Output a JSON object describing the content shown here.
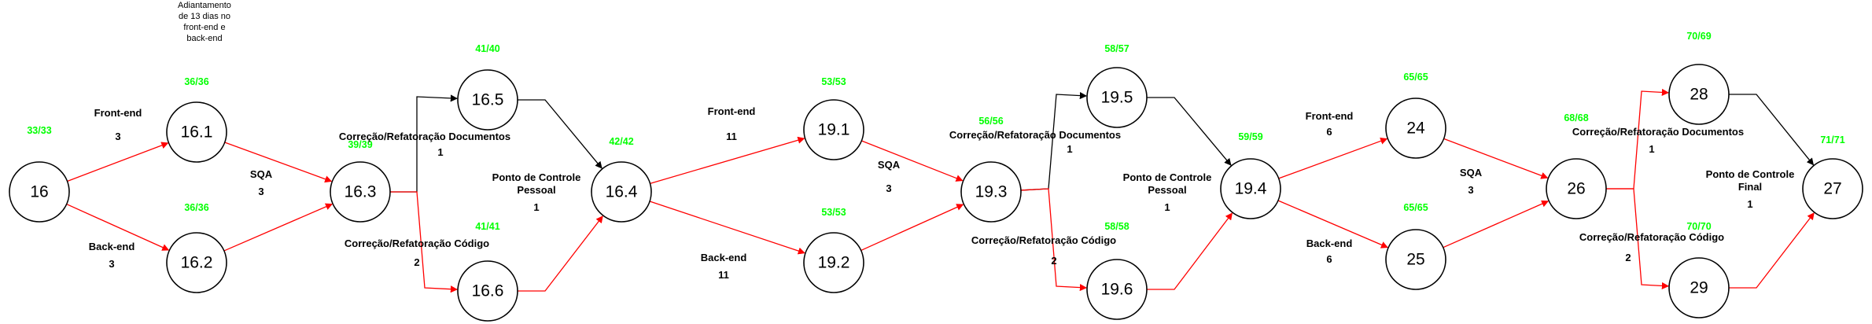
{
  "colors": {
    "critical": "#ff0000",
    "normal": "#000000",
    "score": "#00ff00"
  },
  "nodes": [
    {
      "id": "16",
      "score": "33/33"
    },
    {
      "id": "16.1",
      "score": "36/36"
    },
    {
      "id": "16.2",
      "score": "36/36"
    },
    {
      "id": "16.3",
      "score": "39/39"
    },
    {
      "id": "16.5",
      "score": "41/40"
    },
    {
      "id": "16.6",
      "score": "41/41"
    },
    {
      "id": "16.4",
      "score": "42/42"
    },
    {
      "id": "19.1",
      "score": "53/53"
    },
    {
      "id": "19.2",
      "score": "53/53"
    },
    {
      "id": "19.3",
      "score": "56/56"
    },
    {
      "id": "19.5",
      "score": "58/57"
    },
    {
      "id": "19.6",
      "score": "58/58"
    },
    {
      "id": "19.4",
      "score": "59/59"
    },
    {
      "id": "24",
      "score": "65/65"
    },
    {
      "id": "25",
      "score": "65/65"
    },
    {
      "id": "26",
      "score": "68/68"
    },
    {
      "id": "28",
      "score": "70/69"
    },
    {
      "id": "29",
      "score": "70/70"
    },
    {
      "id": "27",
      "score": "71/71"
    }
  ],
  "edges": [
    {
      "from": "16",
      "to": "16.1",
      "critical": true
    },
    {
      "from": "16",
      "to": "16.2",
      "critical": true
    },
    {
      "from": "16.1",
      "to": "16.3",
      "critical": true
    },
    {
      "from": "16.2",
      "to": "16.3",
      "critical": true
    },
    {
      "from": "16.3",
      "to": "16.5",
      "critical": false
    },
    {
      "from": "16.3",
      "to": "16.6",
      "critical": true
    },
    {
      "from": "16.5",
      "to": "16.4",
      "critical": false
    },
    {
      "from": "16.6",
      "to": "16.4",
      "critical": true
    },
    {
      "from": "16.4",
      "to": "19.1",
      "critical": true
    },
    {
      "from": "16.4",
      "to": "19.2",
      "critical": true
    },
    {
      "from": "19.1",
      "to": "19.3",
      "critical": true
    },
    {
      "from": "19.2",
      "to": "19.3",
      "critical": true
    },
    {
      "from": "19.3",
      "to": "19.5",
      "critical": false
    },
    {
      "from": "19.3",
      "to": "19.6",
      "critical": true
    },
    {
      "from": "19.5",
      "to": "19.4",
      "critical": false
    },
    {
      "from": "19.6",
      "to": "19.4",
      "critical": true
    },
    {
      "from": "19.4",
      "to": "24",
      "critical": true
    },
    {
      "from": "19.4",
      "to": "25",
      "critical": true
    },
    {
      "from": "24",
      "to": "26",
      "critical": true
    },
    {
      "from": "25",
      "to": "26",
      "critical": true
    },
    {
      "from": "26",
      "to": "28",
      "critical": true
    },
    {
      "from": "26",
      "to": "29",
      "critical": true
    },
    {
      "from": "28",
      "to": "27",
      "critical": false
    },
    {
      "from": "29",
      "to": "27",
      "critical": true
    }
  ],
  "labels": [
    {
      "text": "Front-end"
    },
    {
      "text": "3"
    },
    {
      "text": "Back-end"
    },
    {
      "text": "3"
    },
    {
      "text": "SQA"
    },
    {
      "text": "3"
    },
    {
      "text": "Correção/Refatoração Documentos"
    },
    {
      "text": "1"
    },
    {
      "text": "Correção/Refatoração Código"
    },
    {
      "text": "2"
    },
    {
      "text": "Ponto de Controle"
    },
    {
      "text": "Pessoal"
    },
    {
      "text": "1"
    },
    {
      "text": "Front-end"
    },
    {
      "text": "11"
    },
    {
      "text": "Back-end"
    },
    {
      "text": "11"
    },
    {
      "text": "SQA"
    },
    {
      "text": "3"
    },
    {
      "text": "Correção/Refatoração Documentos"
    },
    {
      "text": "1"
    },
    {
      "text": "Correção/Refatoração Código"
    },
    {
      "text": "2"
    },
    {
      "text": "Ponto de Controle"
    },
    {
      "text": "Pessoal"
    },
    {
      "text": "1"
    },
    {
      "text": "Front-end"
    },
    {
      "text": "6"
    },
    {
      "text": "Back-end"
    },
    {
      "text": "6"
    },
    {
      "text": "SQA"
    },
    {
      "text": "3"
    },
    {
      "text": "Correção/Refatoração Documentos"
    },
    {
      "text": "1"
    },
    {
      "text": "Correção/Refatoração Código"
    },
    {
      "text": "2"
    },
    {
      "text": "Ponto de Controle"
    },
    {
      "text": "Final"
    },
    {
      "text": "1"
    }
  ],
  "note": [
    "Adiantamento",
    "de 13 dias no",
    "front-end e",
    "back-end"
  ]
}
